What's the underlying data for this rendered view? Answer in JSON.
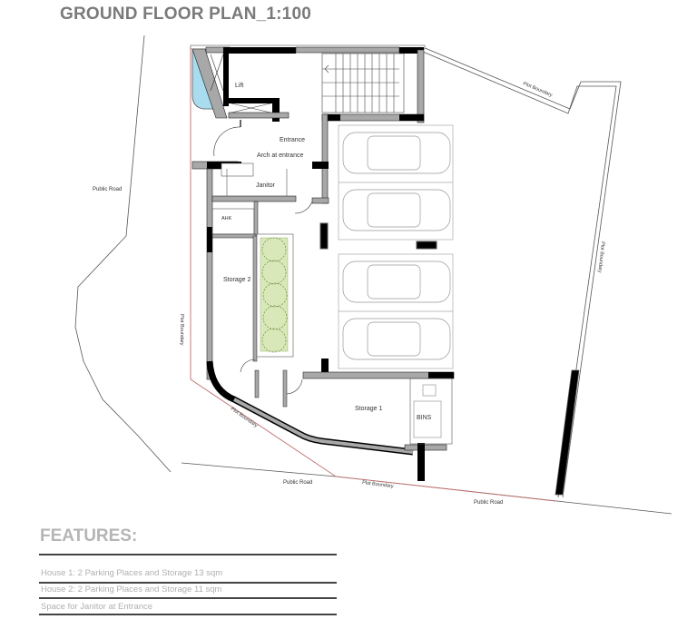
{
  "title": "GROUND FLOOR PLAN_1:100",
  "plan": {
    "rooms": {
      "lift": "Lift",
      "entrance": "Entrance",
      "arch": "Arch at entrance",
      "janitor": "Janitor",
      "ahk": "AHK",
      "storage2": "Storage 2",
      "storage1": "Storage 1",
      "bins": "BINS"
    },
    "labels": {
      "public_road_left": "Public Road",
      "public_road_bottom1": "Public Road",
      "public_road_bottom2": "Public Road",
      "plot_boundary_left": "Plot Boundary",
      "plot_boundary_sw": "Plot Boundary",
      "plot_boundary_bottom": "Plot Boundary",
      "plot_boundary_top": "Plot Boundary",
      "plot_boundary_right": "Plot Boundary"
    },
    "parking_spaces": 4,
    "colors": {
      "wall_black": "#000000",
      "wall_grey": "#a8a8a8",
      "water": "#a9dcef",
      "planter": "#d9e8b8",
      "boundary_red": "#c07070"
    }
  },
  "features": {
    "heading": "FEATURES:",
    "items": [
      "House 1:  2 Parking Places and Storage 13 sqm",
      "House 2:  2 Parking Places and Storage 11 sqm",
      "Space for Janitor at Entrance"
    ]
  }
}
